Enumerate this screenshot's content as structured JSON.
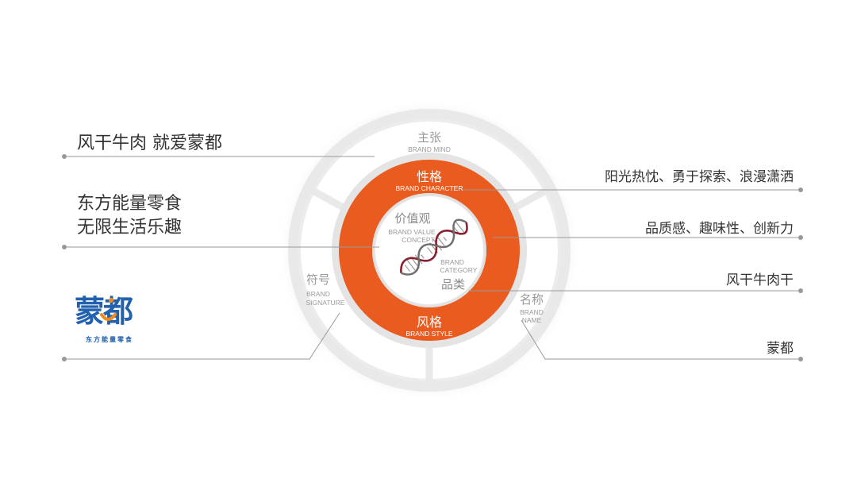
{
  "left_statements": [
    {
      "lines": [
        "风干牛肉 就爱蒙都"
      ]
    },
    {
      "lines": [
        "东方能量零食",
        "无限生活乐趣"
      ]
    }
  ],
  "right_statements": [
    {
      "text": "阳光热忱、勇于探索、浪漫潇洒"
    },
    {
      "text": "品质感、趣味性、创新力"
    },
    {
      "text": "风干牛肉干"
    },
    {
      "text": "蒙都"
    }
  ],
  "outer_ring": {
    "top": {
      "zh": "主张",
      "en": "BRAND MIND"
    },
    "left": {
      "zh": "符号",
      "en1": "BRAND",
      "en2": "SIGNATURE"
    },
    "right": {
      "zh": "名称",
      "en1": "BRAND",
      "en2": "NAME"
    }
  },
  "middle_ring": {
    "top": {
      "zh": "性格",
      "en": "BRAND CHARACTER"
    },
    "bottom": {
      "zh": "风格",
      "en": "BRAND STYLE"
    }
  },
  "core": {
    "value": {
      "zh": "价值观",
      "en1": "BRAND VALUE",
      "en2": "CONCEPT"
    },
    "category": {
      "zh": "品类",
      "en1": "BRAND",
      "en2": "CATEGORY"
    }
  },
  "logo": {
    "name": "蒙都",
    "tagline": "东方能量零食"
  },
  "colors": {
    "accent": "#EA5B1F",
    "logo_blue": "#2161AE",
    "logo_orange": "#F08A1C",
    "ring_gray": "#E9E9E9",
    "line_gray": "#999999"
  }
}
